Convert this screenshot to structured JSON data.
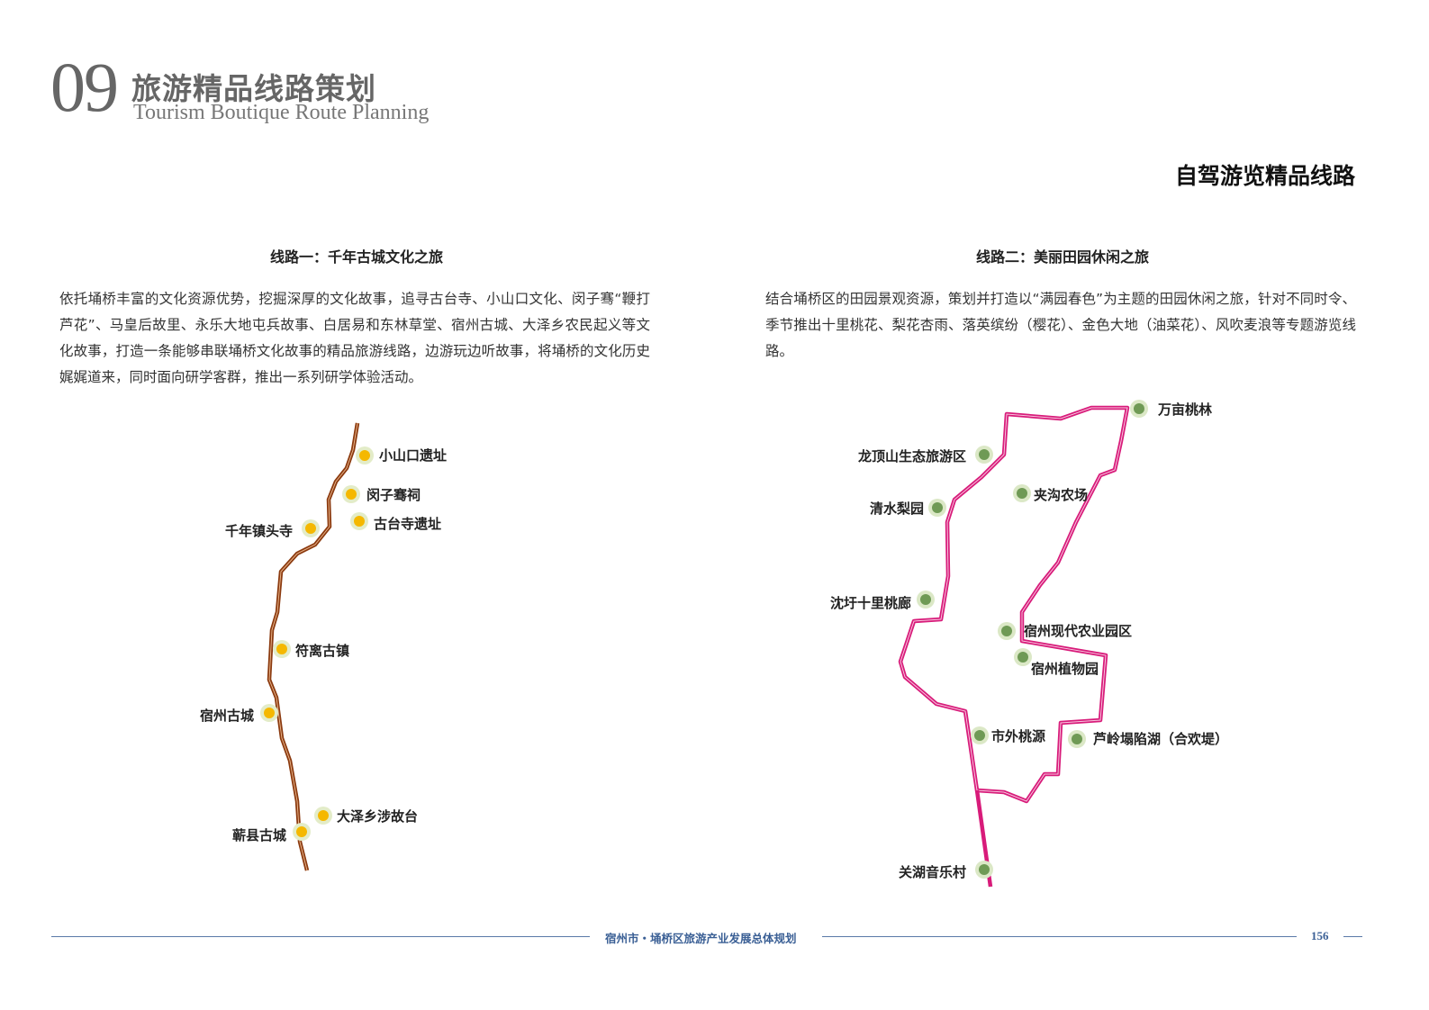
{
  "header": {
    "number": "09",
    "title_cn": "旅游精品线路策划",
    "title_en": "Tourism Boutique Route Planning"
  },
  "section_title": "自驾游览精品线路",
  "route1": {
    "title": "线路一：千年古城文化之旅",
    "description": "依托埇桥丰富的文化资源优势，挖掘深厚的文化故事，追寻古台寺、小山口文化、闵子骞“鞭打芦花”、马皇后故里、永乐大地屯兵故事、白居易和东林草堂、宿州古城、大泽乡农民起义等文化故事，打造一条能够串联埇桥文化故事的精品旅游线路，边游玩边听故事，将埇桥的文化历史娓娓道来，同时面向研学客群，推出一系列研学体验活动。",
    "route_color": "#8b3a0f",
    "point_color": "#f5b800",
    "stops": [
      "小山口遗址",
      "闵子骞祠",
      "古台寺遗址",
      "千年镇头寺",
      "符离古镇",
      "宿州古城",
      "大泽乡涉故台",
      "蕲县古城"
    ]
  },
  "route2": {
    "title": "线路二：美丽田园休闲之旅",
    "description": "结合埇桥区的田园景观资源，策划并打造以“满园春色”为主题的田园休闲之旅，针对不同时令、季节推出十里桃花、梨花杏雨、落英缤纷（樱花）、金色大地（油菜花）、风吹麦浪等专题游览线路。",
    "route_color": "#d81b7a",
    "point_color": "#6f9a55",
    "stops": [
      "万亩桃林",
      "龙顶山生态旅游区",
      "夹沟农场",
      "清水梨园",
      "沈圩十里桃廊",
      "宿州现代农业园区",
      "宿州植物园",
      "市外桃源",
      "芦岭塌陷湖（合欢堤）",
      "关湖音乐村"
    ]
  },
  "footer": {
    "text": "宿州市・埇桥区旅游产业发展总体规划",
    "page": "156"
  }
}
